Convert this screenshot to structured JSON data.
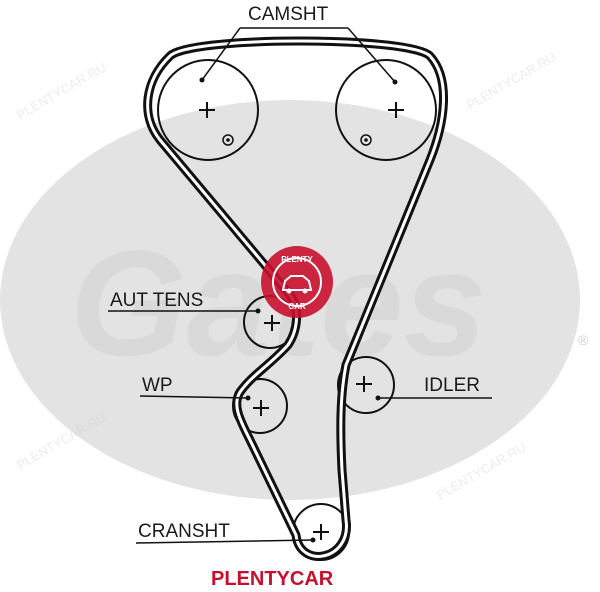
{
  "labels": {
    "camshaft": "CAMSHT",
    "aut_tens": "AUT TENS",
    "wp": "WP",
    "idler": "IDLER",
    "crankshaft": "CRANSHT"
  },
  "watermark": {
    "brand": "Gates",
    "registered": "®",
    "tiled_text": "PLENTYCAR.RU"
  },
  "seal": {
    "top_text": "PLENTY",
    "bottom_text": "CAR"
  },
  "footer": {
    "brand": "PLENTYCAR"
  },
  "colors": {
    "belt": "#111111",
    "watermark_gray": "#d9d9d9",
    "brand_red": "#c8102e"
  }
}
